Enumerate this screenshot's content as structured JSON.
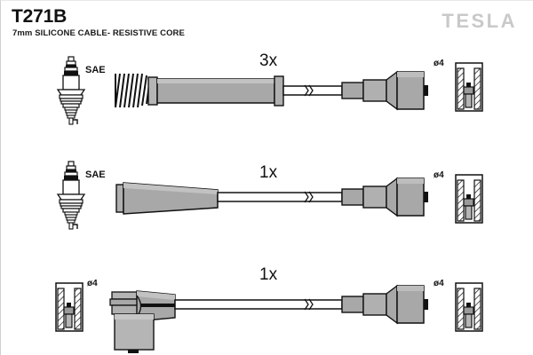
{
  "sheet": {
    "part_code": "T271B",
    "spec_line": "7mm SILICONE CABLE- RESISTIVE CORE",
    "brand": "TESLA",
    "background_color": "#ffffff",
    "line_color": "#111111",
    "boot_fill_color": "#a8a8a8",
    "boot_fill_light": "#c2c2c2",
    "brand_color": "#c9c9c9"
  },
  "rows": [
    {
      "id": "row-1",
      "quantity_label": "3x",
      "plug_label": "SAE",
      "terminal_label": "ø4",
      "left_end": "spark-plug-boot-with-spring",
      "right_end": "distributor-connector",
      "has_spring": true,
      "has_cable_break": true
    },
    {
      "id": "row-2",
      "quantity_label": "1x",
      "plug_label": "SAE",
      "terminal_label": "ø4",
      "left_end": "spark-plug-boot-straight",
      "right_end": "distributor-connector",
      "has_spring": false,
      "has_cable_break": true
    },
    {
      "id": "row-3",
      "quantity_label": "1x",
      "plug_label": "",
      "terminal_label_left": "ø4",
      "terminal_label": "ø4",
      "left_end": "coil-connector-90-degree",
      "right_end": "distributor-connector",
      "has_spring": false,
      "has_cable_break": true
    }
  ]
}
